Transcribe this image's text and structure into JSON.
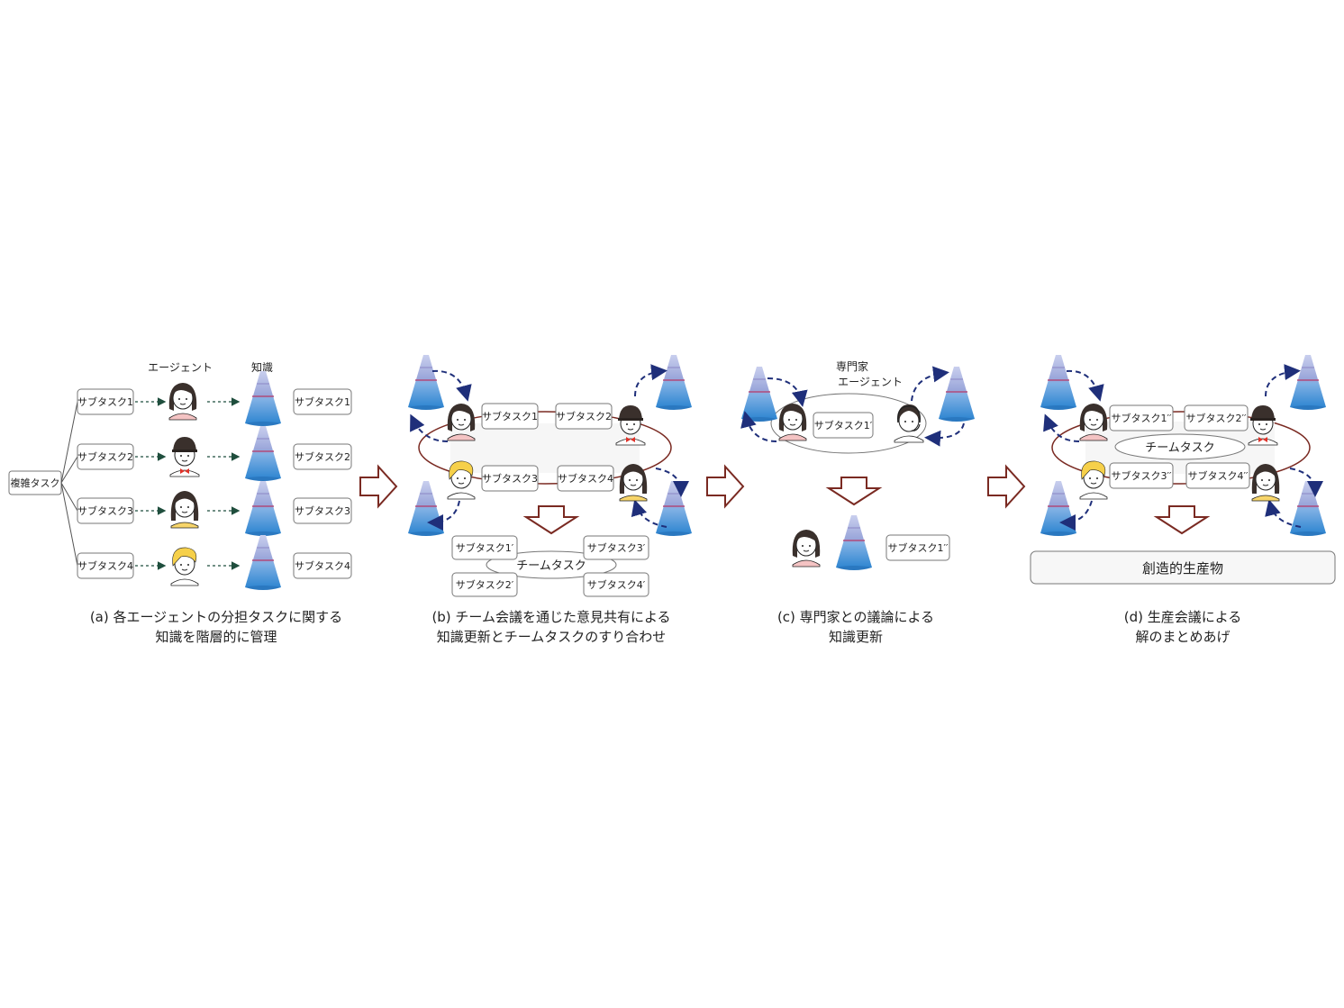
{
  "panel_a": {
    "header_agent": "エージェント",
    "header_knowledge": "知識",
    "root": "複雑タスク",
    "subtasks": [
      "サブタスク1",
      "サブタスク2",
      "サブタスク3",
      "サブタスク4"
    ],
    "caption_line1": "(a) 各エージェントの分担タスクに関する",
    "caption_line2": "知識を階層的に管理"
  },
  "panel_b": {
    "top": [
      "サブタスク1",
      "サブタスク2",
      "サブタスク3",
      "サブタスク4"
    ],
    "bottom": [
      "サブタスク1′",
      "サブタスク3′",
      "サブタスク2′",
      "サブタスク4′"
    ],
    "team": "チームタスク",
    "caption_line1": "(b) チーム会議を通じた意見共有による",
    "caption_line2": "知識更新とチームタスクのすり合わせ"
  },
  "panel_c": {
    "expert_line1": "専門家",
    "expert_line2": "エージェント",
    "top_box": "サブタスク1′",
    "bottom_box": "サブタスク1′′",
    "caption_line1": "(c) 専門家との議論による",
    "caption_line2": "知識更新"
  },
  "panel_d": {
    "boxes": [
      "サブタスク1′′",
      "サブタスク2′′",
      "サブタスク3′′",
      "サブタスク4′′"
    ],
    "team": "チームタスク",
    "product": "創造的生産物",
    "caption_line1": "(d) 生産会議による",
    "caption_line2": "解のまとめあげ"
  },
  "colors": {
    "arrow": "#7a2a22",
    "dash_blue": "#1f2f7a",
    "pyramid_top": "#b9c7ea",
    "pyramid_bottom": "#2f8fd8"
  },
  "icons": [
    "person-icon",
    "pyramid-icon",
    "block-arrow-icon"
  ]
}
